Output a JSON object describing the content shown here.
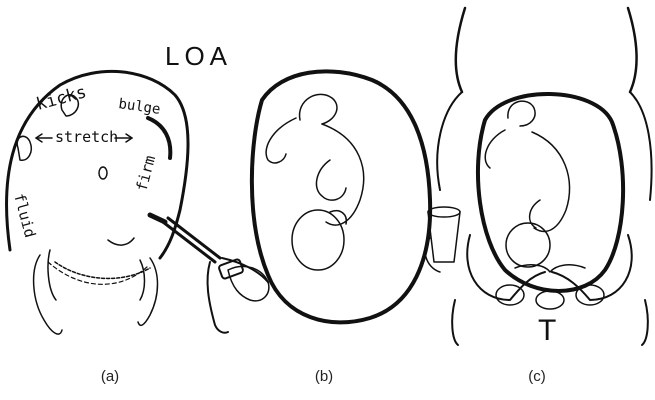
{
  "title": "LOA",
  "panel_a": {
    "labels": {
      "kicks": "kicks",
      "bulge": "bulge",
      "stretch": "stretch",
      "firm": "firm",
      "fluid": "fluid"
    }
  },
  "symbols": {
    "transverse_mark": "T"
  },
  "captions": [
    "(a)",
    "(b)",
    "(c)"
  ]
}
